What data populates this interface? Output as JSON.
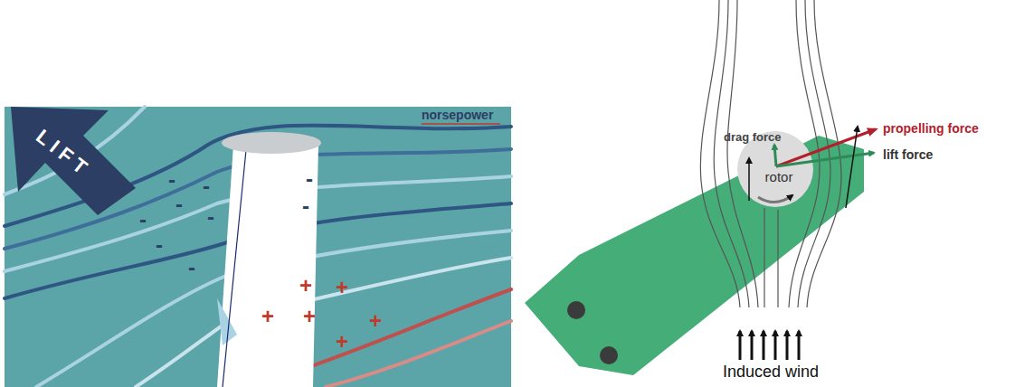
{
  "diagram": {
    "nodes": [
      {
        "text": [
          "LIFT"
        ]
      },
      {
        "text": [
          "rotor"
        ]
      }
    ],
    "labels": [
      "norsepower",
      "-",
      "-",
      "-",
      "-",
      "-",
      "-",
      "-",
      "-",
      "-",
      "+",
      "+",
      "+",
      "+",
      "+",
      "+",
      "drag force",
      "propelling force",
      "lift force",
      "Induced wind"
    ]
  }
}
